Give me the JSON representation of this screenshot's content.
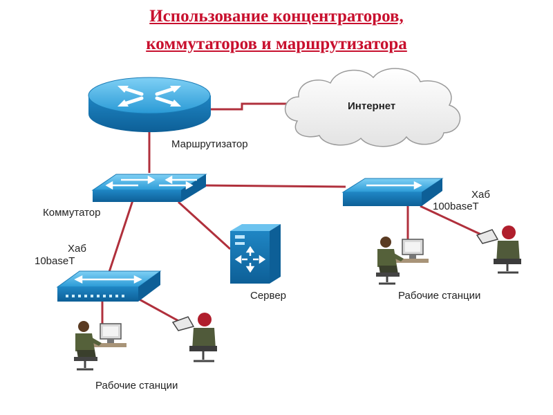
{
  "title": {
    "line1": "Использование концентраторов,",
    "line2": "коммутаторов и маршрутизатора"
  },
  "nodes": {
    "internet": "Интернет",
    "router": "Маршрутизатор",
    "switch": "Коммутатор",
    "hub_left": {
      "name": "Хаб",
      "spec": "10baseT"
    },
    "hub_right": {
      "name": "Хаб",
      "spec": "100baseT"
    },
    "server": "Сервер",
    "workstations_left": "Рабочие станции",
    "workstations_right": "Рабочие станции"
  },
  "colors": {
    "title": "#c8102e",
    "link": "#b0303c",
    "device_blue": "#1e88c8",
    "device_dark": "#0f5f96"
  },
  "icons": [
    "router-icon",
    "cloud-icon",
    "switch-icon",
    "hub-icon",
    "server-icon",
    "workstation-icon"
  ]
}
